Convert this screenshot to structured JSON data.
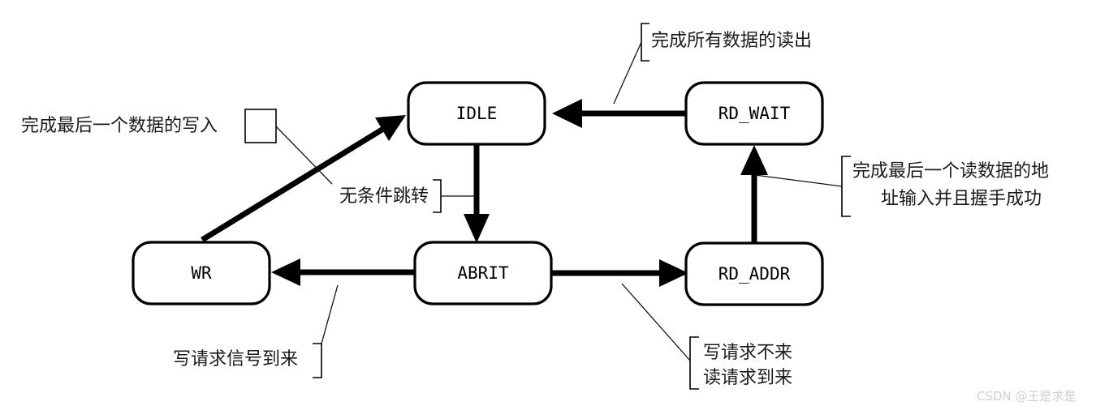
{
  "diagram": {
    "title": "FSM state transition diagram",
    "background_color": "#ffffff",
    "line_color": "#000000",
    "states": [
      {
        "id": "idle",
        "label": "IDLE"
      },
      {
        "id": "rd_wait",
        "label": "RD_WAIT"
      },
      {
        "id": "wr",
        "label": "WR"
      },
      {
        "id": "abrit",
        "label": "ABRIT"
      },
      {
        "id": "rd_addr",
        "label": "RD_ADDR"
      }
    ],
    "annotations": [
      {
        "id": "write-last-data",
        "text": "完成最后一个数据的写入"
      },
      {
        "id": "read-all-data",
        "text": "完成所有数据的读出"
      },
      {
        "id": "unconditional",
        "text": "无条件跳转"
      },
      {
        "id": "read-addr-done-1",
        "text": "完成最后一个读数据的地"
      },
      {
        "id": "read-addr-done-2",
        "text": "址输入并且握手成功"
      },
      {
        "id": "write-request",
        "text": "写请求信号到来"
      },
      {
        "id": "no-write-req",
        "text": "写请求不来"
      },
      {
        "id": "read-req-come",
        "text": "读请求到来"
      }
    ],
    "watermark": "CSDN @王是求是"
  }
}
